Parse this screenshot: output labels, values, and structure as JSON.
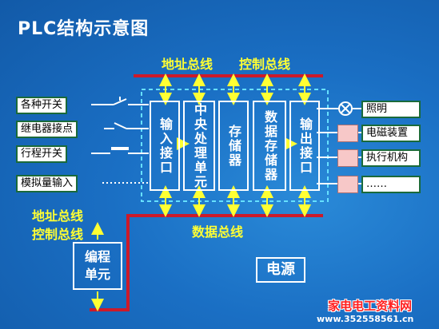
{
  "title": "PLC结构示意图",
  "bus_labels": {
    "top_address": "地址总线",
    "top_control": "控制总线",
    "bottom_data": "数据总线",
    "left_address": "地址总线",
    "left_control": "控制总线"
  },
  "inputs": [
    {
      "label": "各种开关"
    },
    {
      "label": "继电器接点"
    },
    {
      "label": "行程开关"
    },
    {
      "label": "模拟量输入"
    }
  ],
  "modules": [
    {
      "label": "输入接口"
    },
    {
      "label": "中央处理单元"
    },
    {
      "label": "存储器"
    },
    {
      "label": "数据存储器"
    },
    {
      "label": "输出接口"
    }
  ],
  "outputs": [
    {
      "label": "照明"
    },
    {
      "label": "电磁装置"
    },
    {
      "label": "执行机构"
    },
    {
      "label": "……"
    }
  ],
  "programming_unit": "编程单元",
  "power": "电源",
  "watermark": {
    "text": "家电电工资料网",
    "url": "www.352558561.cn"
  },
  "colors": {
    "bus_red": "#cc1a2a",
    "arrow_yellow": "#ffff33",
    "label_yellow": "#ffff33",
    "dashed_cyan": "#66e0ff",
    "output_pink": "#f7c8c8"
  }
}
